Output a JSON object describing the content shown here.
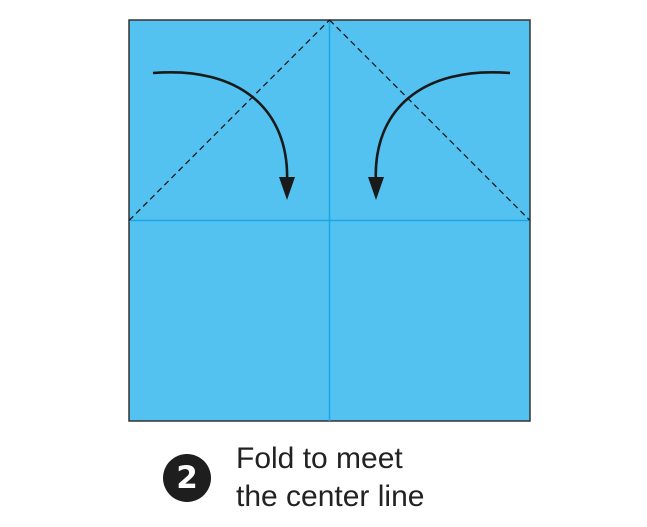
{
  "colors": {
    "paper": "#54c2f0",
    "crease": "#1aa6e8",
    "outline": "#333333",
    "fold_line": "#1a1a1a",
    "arrow": "#1a1a1a",
    "badge": "#1e1e1e"
  },
  "step": {
    "number": "2",
    "instruction_line_1": "Fold to meet",
    "instruction_line_2": "the center line"
  },
  "diagram": {
    "paper_shape": "square",
    "creases": [
      "vertical-center",
      "horizontal-center"
    ],
    "valley_folds": [
      "left-corner-to-center",
      "right-corner-to-center"
    ],
    "arrows": [
      "left-arrow-curving-down-to-center",
      "right-arrow-curving-down-to-center"
    ]
  }
}
